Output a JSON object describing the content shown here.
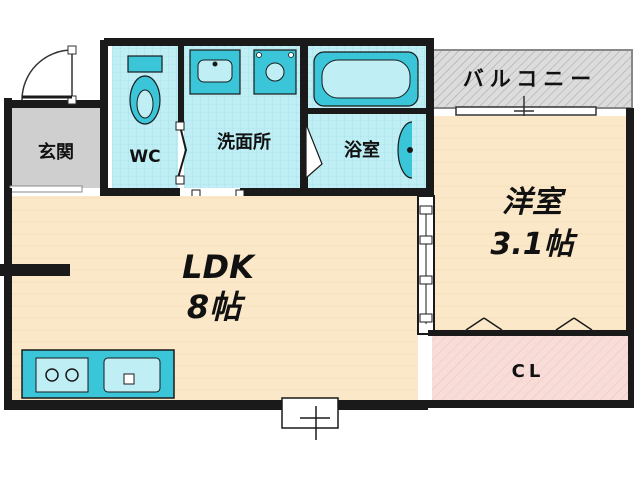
{
  "rooms": {
    "entrance": "玄関",
    "wc": "WC",
    "washroom": "洗面所",
    "bathroom": "浴室",
    "balcony": "バルコニー",
    "western_room_name": "洋室",
    "western_room_size": "3.1帖",
    "ldk_name": "LDK",
    "ldk_size": "8帖",
    "closet": "CL"
  },
  "colors": {
    "ldk_floor": "#fbe8c8",
    "western_floor": "#fbe8c8",
    "wet_area": "#bfeef4",
    "closet": "#f8dcd8",
    "entrance": "#cfcfcf",
    "balcony": "#dcdcdc",
    "kitchen": "#3ac6d8",
    "wall": "#1a1a1a"
  }
}
